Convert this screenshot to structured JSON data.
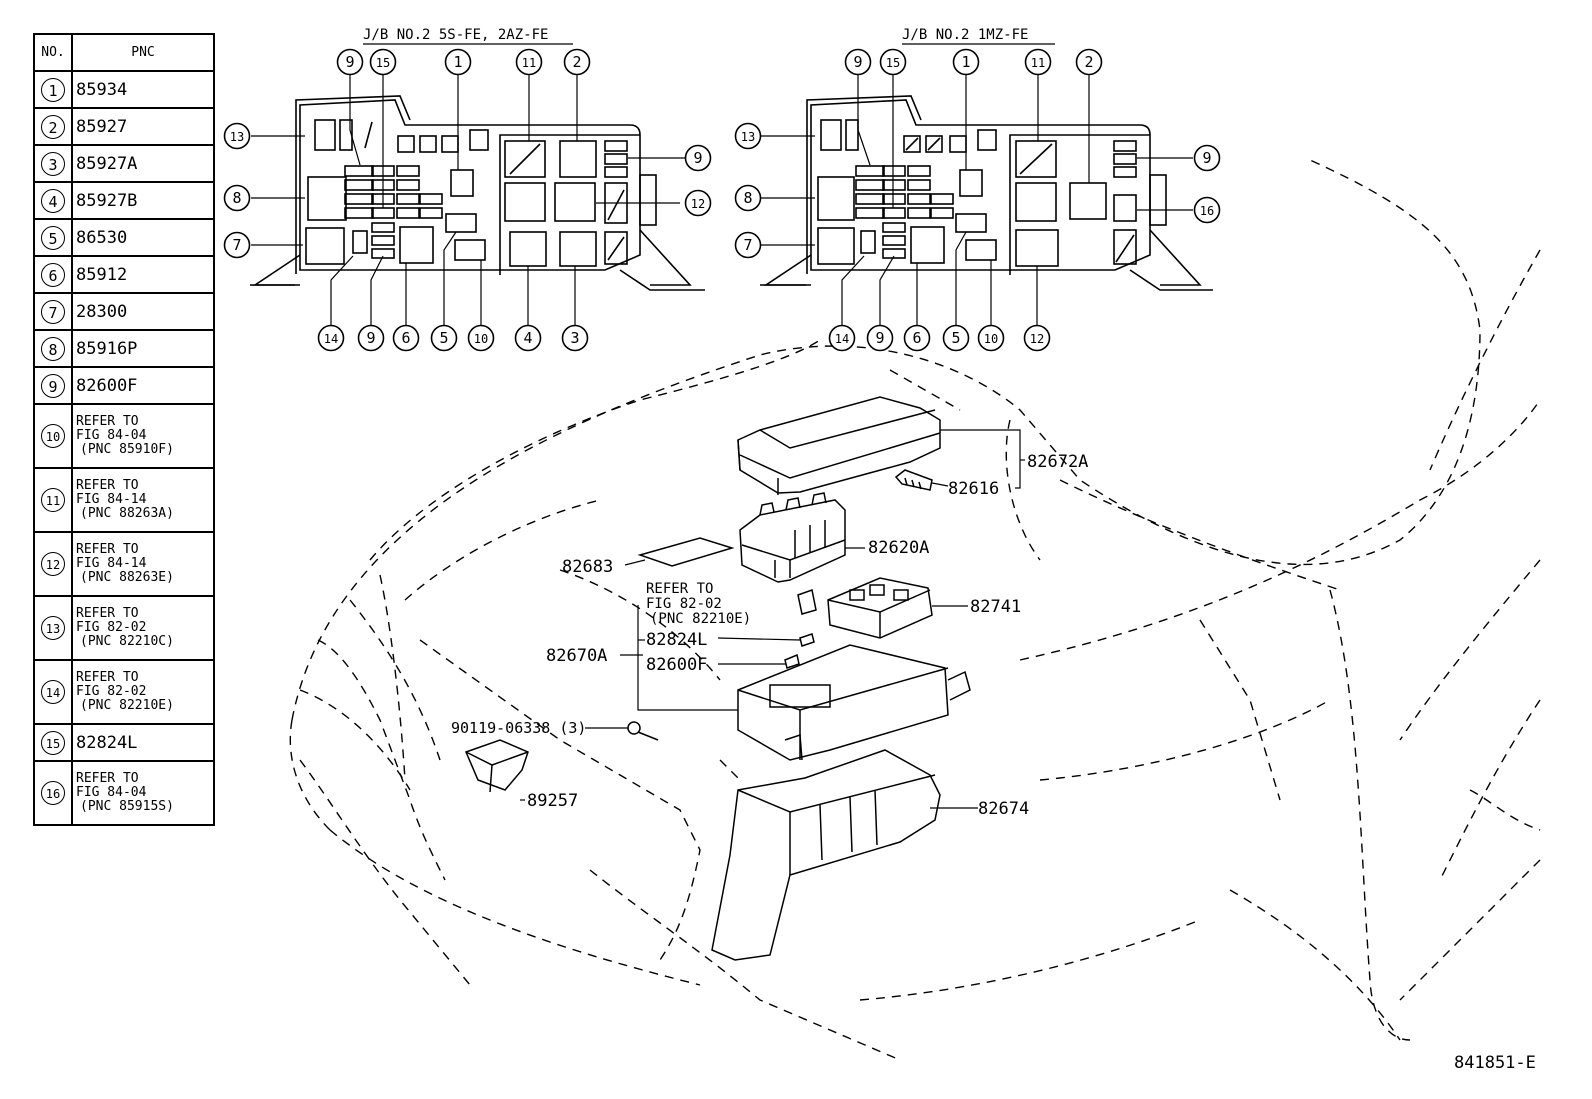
{
  "table": {
    "header": {
      "no": "NO.",
      "pnc": "PNC"
    },
    "rows": [
      {
        "no": "1",
        "pnc": "85934"
      },
      {
        "no": "2",
        "pnc": "85927"
      },
      {
        "no": "3",
        "pnc": "85927A"
      },
      {
        "no": "4",
        "pnc": "85927B"
      },
      {
        "no": "5",
        "pnc": "86530"
      },
      {
        "no": "6",
        "pnc": "85912"
      },
      {
        "no": "7",
        "pnc": "28300"
      },
      {
        "no": "8",
        "pnc": "85916P"
      },
      {
        "no": "9",
        "pnc": "82600F"
      },
      {
        "no": "10",
        "l1": "REFER TO",
        "l2": "FIG 84-04",
        "l3": "(PNC 85910F)"
      },
      {
        "no": "11",
        "l1": "REFER TO",
        "l2": "FIG 84-14",
        "l3": "(PNC 88263A)"
      },
      {
        "no": "12",
        "l1": "REFER TO",
        "l2": "FIG 84-14",
        "l3": "(PNC 88263E)"
      },
      {
        "no": "13",
        "l1": "REFER TO",
        "l2": "FIG 82-02",
        "l3": "(PNC 82210C)"
      },
      {
        "no": "14",
        "l1": "REFER TO",
        "l2": "FIG 82-02",
        "l3": "(PNC 82210E)"
      },
      {
        "no": "15",
        "pnc": "82824L"
      },
      {
        "no": "16",
        "l1": "REFER TO",
        "l2": "FIG 84-04",
        "l3": "(PNC 85915S)"
      }
    ]
  },
  "jb_left": {
    "title": "J/B NO.2   5S-FE, 2AZ-FE",
    "top_callouts": [
      "9",
      "15",
      "1",
      "11",
      "2"
    ],
    "left_callouts": [
      "13",
      "8",
      "7"
    ],
    "right_callouts": [
      "9",
      "12"
    ],
    "bottom_callouts": [
      "14",
      "9",
      "6",
      "5",
      "10",
      "4",
      "3"
    ]
  },
  "jb_right": {
    "title": "J/B NO.2   1MZ-FE",
    "top_callouts": [
      "9",
      "15",
      "1",
      "11",
      "2"
    ],
    "left_callouts": [
      "13",
      "8",
      "7"
    ],
    "right_callouts": [
      "9",
      "16"
    ],
    "bottom_callouts": [
      "14",
      "9",
      "6",
      "5",
      "10",
      "12"
    ]
  },
  "parts": {
    "cover": "82672A",
    "puller": "82616",
    "block": "82620A",
    "label": "82683",
    "refer_l1": "REFER TO",
    "refer_l2": "FIG 82-02",
    "refer_l3": "(PNC 82210E)",
    "relay_block": "82741",
    "assembly": "82670A",
    "fuse_l": "82824L",
    "fuse_f": "82600F",
    "bolt": "90119-06338 (3)",
    "relay": "89257",
    "lower_case": "82674"
  },
  "figure_id": "841851-E"
}
